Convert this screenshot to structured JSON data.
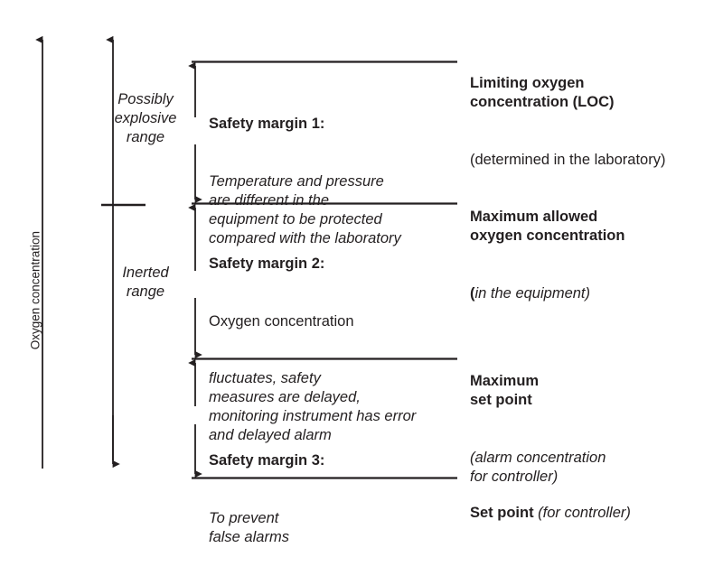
{
  "diagram": {
    "title": "Oxygen concentration safety margins for inerting",
    "axis": {
      "caption": "Oxygen concentration",
      "arrow_name": "oxygen-concentration-axis"
    },
    "ranges": [
      {
        "id": "possibly-explosive",
        "label": "Possibly\nexplosive\nrange"
      },
      {
        "id": "inerted",
        "label": "Inerted\nrange"
      }
    ],
    "margins": [
      {
        "id": "safety-margin-1",
        "heading": "Safety margin 1:",
        "body": "Temperature and pressure\nare different in the\nequipment to be protected\ncompared with the laboratory",
        "body_style": "italic"
      },
      {
        "id": "safety-margin-2",
        "heading": "Safety margin 2:",
        "body_upright": "Oxygen concentration",
        "body": "fluctuates, safety\nmeasures are delayed,\nmonitoring instrument has error\nand delayed alarm",
        "body_style": "italic"
      },
      {
        "id": "safety-margin-3",
        "heading": "Safety margin 3:",
        "body": "To prevent\nfalse alarms",
        "body_style": "italic"
      }
    ],
    "levels": [
      {
        "id": "limiting-oxygen-concentration",
        "bold": "Limiting oxygen\nconcentration (LOC)",
        "note": "(determined in the laboratory)",
        "note_style": "regular"
      },
      {
        "id": "maximum-allowed-oxygen-concentration",
        "bold": "Maximum allowed\noxygen concentration",
        "note_prefix": "(",
        "note": "in the equipment)",
        "note_style": "italic"
      },
      {
        "id": "maximum-set-point",
        "bold": "Maximum\nset point",
        "note": "(alarm concentration\nfor controller)",
        "note_style": "italic"
      },
      {
        "id": "set-point",
        "bold": "Set point ",
        "note": "(for controller)",
        "note_style": "italic"
      }
    ],
    "colors": {
      "ink": "#231f20",
      "background": "#ffffff"
    }
  }
}
